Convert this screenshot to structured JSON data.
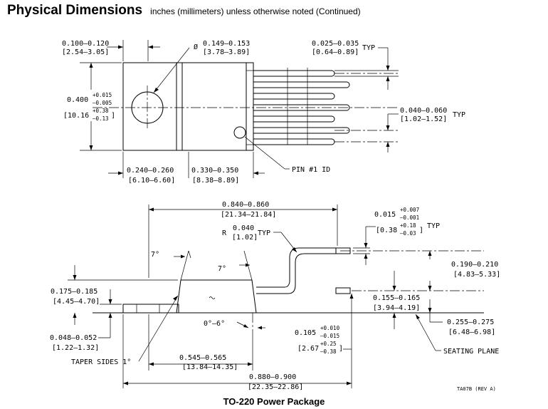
{
  "header": {
    "title": "Physical Dimensions",
    "subtitle": "inches (millimeters) unless otherwise noted  (Continued)"
  },
  "caption": "TO-220 Power Package",
  "drawing_ref": "TA07B (REV A)",
  "top_view": {
    "flange_width": {
      "in": "0.100–0.120",
      "mm": "[2.54–3.05]"
    },
    "hole_dia": {
      "symbol": "Ø",
      "in": "0.149–0.153",
      "mm": "[3.78–3.89]"
    },
    "body_height": {
      "in": "0.400",
      "tol_in_plus": "+0.015",
      "tol_in_minus": "–0.005",
      "mm": "[10.16",
      "tol_mm_plus": "+0.38",
      "tol_mm_minus": "–0.13",
      "mm_close": "]"
    },
    "lead_thickness": {
      "in": "0.025–0.035",
      "mm": "[0.64–0.89]",
      "note": "TYP"
    },
    "lead_pitch": {
      "in": "0.040–0.060",
      "mm": "[1.02–1.52]",
      "note": "TYP"
    },
    "dim_a": {
      "in": "0.240–0.260",
      "mm": "[6.10–6.60]"
    },
    "dim_b": {
      "in": "0.330–0.350",
      "mm": "[8.38–8.89]"
    },
    "pin_label": "PIN #1 ID"
  },
  "side_view": {
    "overall_lead": {
      "in": "0.840–0.860",
      "mm": "[21.34–21.84]"
    },
    "bend_radius": {
      "prefix": "R",
      "in": "0.040",
      "mm": "[1.02]",
      "note": "TYP"
    },
    "lead_thick": {
      "in": "0.015",
      "tol_in_plus": "+0.007",
      "tol_in_minus": "–0.001",
      "mm": "[0.38",
      "tol_mm_plus": "+0.18",
      "tol_mm_minus": "–0.03",
      "mm_close": "]",
      "note": "TYP"
    },
    "angle_left": "7°",
    "angle_right": "7°",
    "angle_range": "0°–6°",
    "body_thick": {
      "in": "0.175–0.185",
      "mm": "[4.45–4.70]"
    },
    "tab_thick": {
      "in": "0.048–0.052",
      "mm": "[1.22–1.32]"
    },
    "lead_height": {
      "in": "0.190–0.210",
      "mm": "[4.83–5.33]"
    },
    "lead_offset": {
      "in": "0.155–0.165",
      "mm": "[3.94–4.19]"
    },
    "seat_height": {
      "in": "0.255–0.275",
      "mm": "[6.48–6.98]"
    },
    "standoff": {
      "in": "0.105",
      "tol_in_plus": "+0.010",
      "tol_in_minus": "–0.015",
      "mm": "[2.67",
      "tol_mm_plus": "+0.25",
      "tol_mm_minus": "–0.38",
      "mm_close": "]"
    },
    "body_len": {
      "in": "0.545–0.565",
      "mm": "[13.84–14.35]"
    },
    "overall_len": {
      "in": "0.880–0.900",
      "mm": "[22.35–22.86]"
    },
    "taper": "TAPER SIDES 1°",
    "seating": "SEATING PLANE"
  }
}
